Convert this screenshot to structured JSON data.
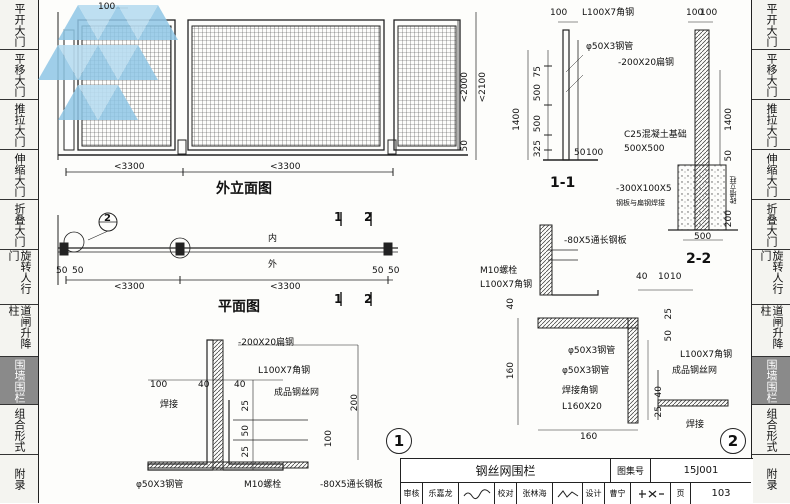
{
  "left_sidebar": [
    "平开大门",
    "平移大门",
    "推拉大门",
    "伸缩大门",
    "折叠大门",
    "旋转人行门",
    "道闸升降柱",
    "围墙围栏",
    "组合形式",
    "附录"
  ],
  "right_sidebar": [
    "平开大门",
    "平移大门",
    "推拉大门",
    "伸缩大门",
    "折叠大门",
    "旋转人行门",
    "道闸升降柱",
    "围墙围栏",
    "组合形式",
    "附录"
  ],
  "active_section": "围墙围栏",
  "elevation": {
    "title": "外立面图",
    "dim_3300_a": "<3300",
    "dim_3300_b": "<3300",
    "dim_2000": "<2000",
    "dim_2100": "<2100",
    "dim_50_a": "50",
    "dim_100": "100"
  },
  "plan": {
    "title": "平面图",
    "inner": "内",
    "outer": "外",
    "dim_3300_a": "<3300",
    "dim_3300_b": "<3300",
    "d50_1": "50",
    "d50_2": "50",
    "d50_3": "50",
    "d50_4": "50",
    "sec_1": "1",
    "sec_2": "2",
    "detail_callout": "2"
  },
  "section11": {
    "title": "1-1",
    "d100": "100",
    "angle": "L100X7角钢",
    "pipe": "φ50X3钢管",
    "d75": "75",
    "d500a": "500",
    "d500b": "500",
    "d325": "325",
    "d1400": "1400",
    "d50": "50",
    "d100b": "100"
  },
  "section22": {
    "title": "2-2",
    "d100a": "100",
    "d100b": "100",
    "angle": "-200X20扁钢",
    "concrete": "C25混凝土基础",
    "size": "500X500",
    "plate": "-300X100X5",
    "weld_note": "钢板与扁钢焊接",
    "d1400": "1400",
    "d50": "50",
    "d200": "200",
    "d500": "500",
    "wall_note": "砖墙立柱"
  },
  "detail1": {
    "num": "1",
    "flat_bar": "-200X20扁钢",
    "angle": "L100X7角钢",
    "mesh": "成品钢丝网",
    "d100": "100",
    "d40a": "40",
    "d40b": "40",
    "weld": "焊接",
    "d25a": "25",
    "d25b": "25",
    "d50": "50",
    "d100b": "100",
    "d200": "200",
    "pipe": "φ50X3钢管",
    "bolt": "M10螺栓",
    "plate": "-80X5通长钢板"
  },
  "detail2": {
    "num": "2",
    "plate": "-80X5通长钢板",
    "bolt": "M10螺栓",
    "angle": "L100X7角钢",
    "d40a": "40",
    "d10a": "10",
    "d10b": "10",
    "d40": "40",
    "d25": "25",
    "d50": "50",
    "pipe": "φ50X3钢管",
    "pipe2": "φ50X3钢管",
    "weld": "焊接角钢",
    "angle2": "L160X20",
    "d160a": "160",
    "d160b": "160",
    "angle3": "L100X7角钢",
    "mesh": "成品钢丝网",
    "weld2": "焊接",
    "d40c": "40",
    "d25b": "25"
  },
  "title_block": {
    "drawing_title": "钢丝网围栏",
    "atlas_label": "图集号",
    "atlas_no": "15J001",
    "review": "审核",
    "reviewer": "乐嘉龙",
    "check": "校对",
    "checker": "张林海",
    "design": "设计",
    "designer": "曹宁",
    "page_label": "页",
    "page_no": "103"
  }
}
